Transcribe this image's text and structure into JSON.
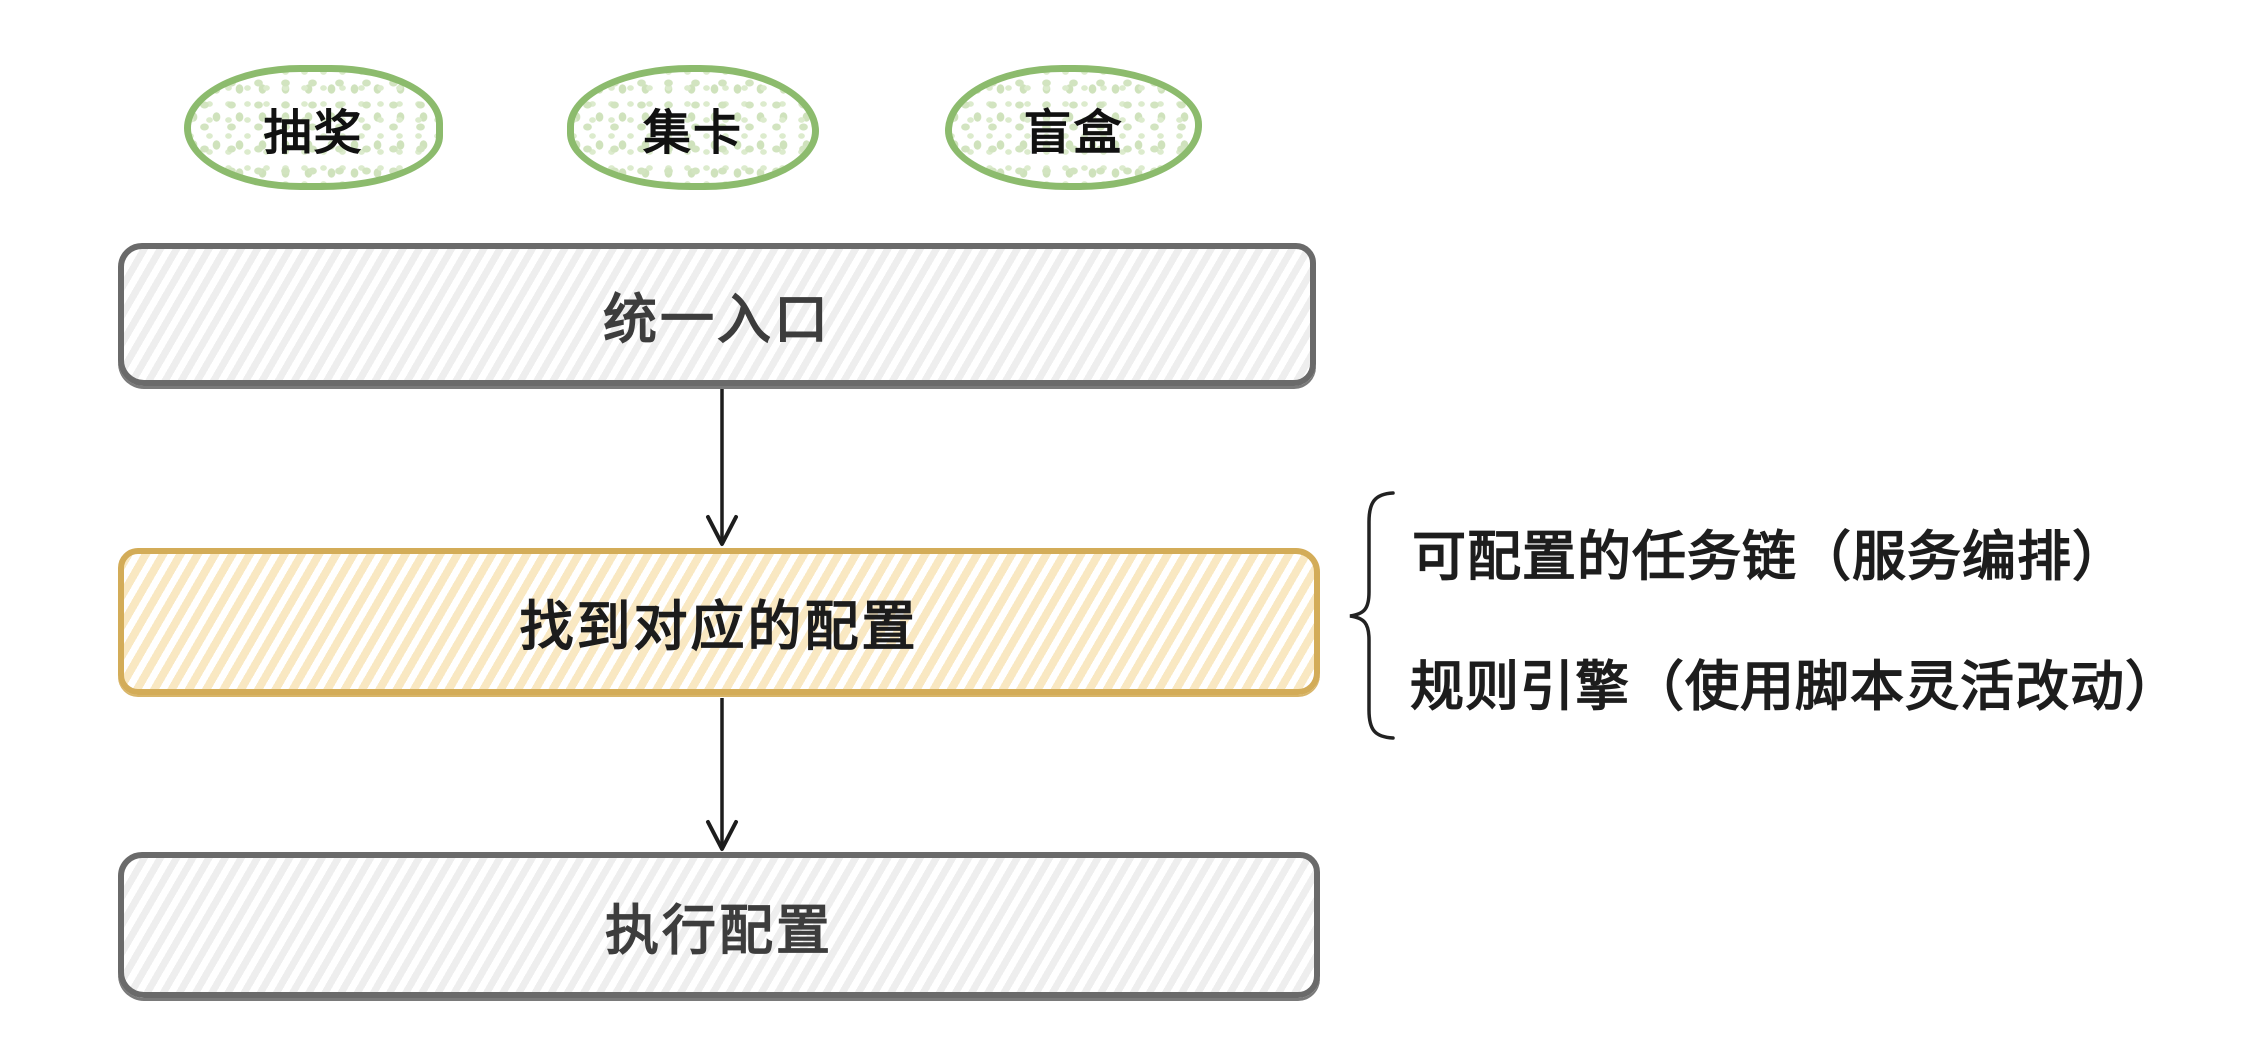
{
  "scenarios": [
    {
      "label": "抽奖"
    },
    {
      "label": "集卡"
    },
    {
      "label": "盲盒"
    }
  ],
  "flow_boxes": [
    {
      "id": "entry",
      "label": "统一入口",
      "variant": "gray"
    },
    {
      "id": "find",
      "label": "找到对应的配置",
      "variant": "yellow"
    },
    {
      "id": "execute",
      "label": "执行配置",
      "variant": "gray"
    }
  ],
  "annotations": [
    {
      "text": "可配置的任务链（服务编排）"
    },
    {
      "text": "规则引擎（使用脚本灵活改动）"
    }
  ],
  "colors": {
    "background": "#ffffff",
    "ellipse_stroke": "#8cbb6d",
    "ellipse_dots": "#d2e4c0",
    "gray_box_border": "#6a6a6a",
    "gray_box_stripe": "#eeeeee",
    "gray_box_text": "#3d3d3d",
    "yellow_box_border": "#d3ac58",
    "yellow_box_stripe": "#f9e8c2",
    "arrow": "#1d1d1d",
    "annotation_text": "#1d1d1d"
  }
}
